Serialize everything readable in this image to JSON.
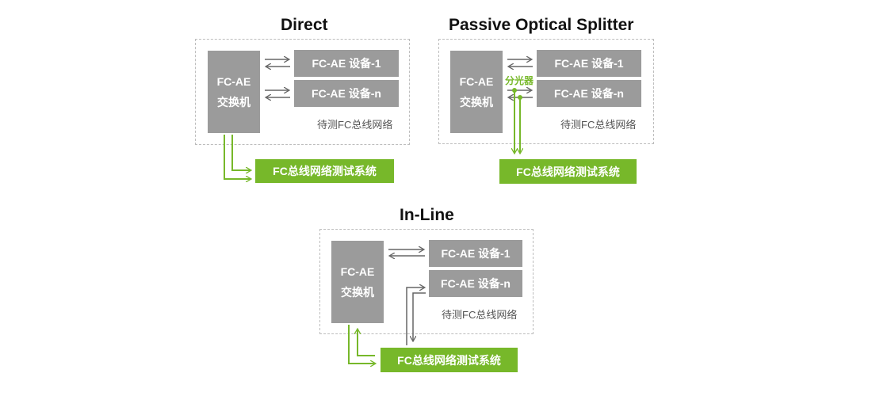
{
  "diagram1": {
    "title": "Direct",
    "switch_line1": "FC-AE",
    "switch_line2": "交换机",
    "device1": "FC-AE 设备-1",
    "deviceN": "FC-AE 设备-n",
    "network_label": "待测FC总线网络",
    "test_system": "FC总线网络测试系统"
  },
  "diagram2": {
    "title": "Passive Optical Splitter",
    "switch_line1": "FC-AE",
    "switch_line2": "交换机",
    "device1": "FC-AE 设备-1",
    "deviceN": "FC-AE 设备-n",
    "splitter_label": "分光器",
    "network_label": "待测FC总线网络",
    "test_system": "FC总线网络测试系统"
  },
  "diagram3": {
    "title": "In-Line",
    "switch_line1": "FC-AE",
    "switch_line2": "交换机",
    "device1": "FC-AE 设备-1",
    "deviceN": "FC-AE 设备-n",
    "network_label": "待测FC总线网络",
    "test_system": "FC总线网络测试系统"
  },
  "colors": {
    "box_gray": "#9b9b9b",
    "accent_green": "#77b82a",
    "arrow_gray": "#666666"
  }
}
